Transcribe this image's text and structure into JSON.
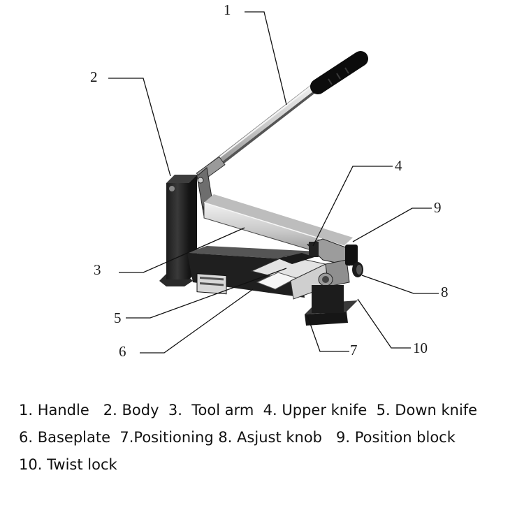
{
  "callouts": {
    "c1": "1",
    "c2": "2",
    "c3": "3",
    "c4": "4",
    "c5": "5",
    "c6": "6",
    "c7": "7",
    "c8": "8",
    "c9": "9",
    "c10": "10"
  },
  "legend": {
    "line1": "1. Handle   2. Body  3.  Tool arm  4. Upper knife  5. Down knife",
    "line2": "6. Baseplate  7.Positioning 8. Asjust knob   9. Position block",
    "line3": "10. Twist lock"
  }
}
